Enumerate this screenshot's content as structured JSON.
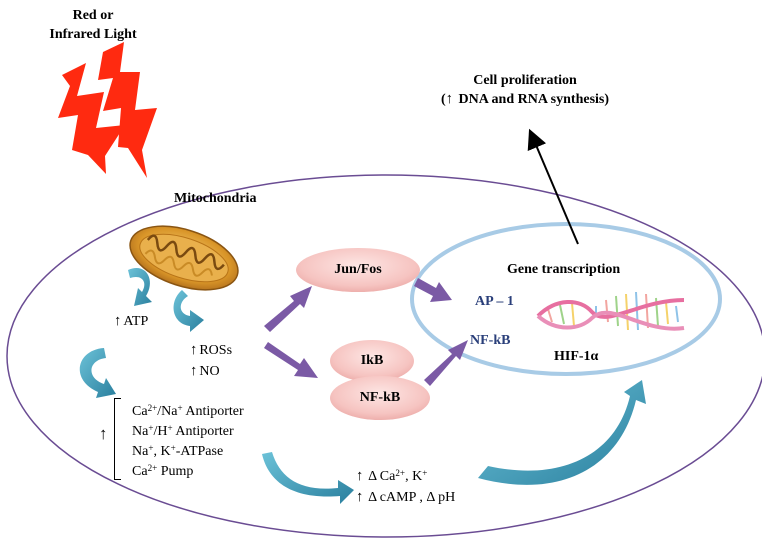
{
  "light_source": {
    "line1": "Red or",
    "line2": "Infrared Light"
  },
  "cell_proliferation": {
    "line1": "Cell proliferation",
    "line2_prefix": "(",
    "line2_rest": " DNA and RNA synthesis)"
  },
  "mitochondria": {
    "label": "Mitochondria"
  },
  "atp": {
    "label": "ATP"
  },
  "ros": {
    "ross": "ROSs",
    "no": "NO"
  },
  "jun_fos": {
    "label": "Jun/Fos"
  },
  "ikb": {
    "label": "IkB"
  },
  "nfkb_complex": {
    "label": "NF-kB"
  },
  "gene_transcription": {
    "title": "Gene transcription",
    "ap1": "AP – 1",
    "nfkb": "NF-kB",
    "hif": "HIF-1α"
  },
  "ion_transport": {
    "ca_na": {
      "a": "Ca",
      "a_sup": "2+",
      "b": "/Na",
      "b_sup": "+",
      "c": " Antiporter"
    },
    "na_h": {
      "a": "Na",
      "a_sup": "+",
      "b": "/H",
      "b_sup": "+",
      "c": " Antiporter"
    },
    "na_k": {
      "a": "Na",
      "a_sup": "+",
      "b": ", K",
      "b_sup": "+",
      "c": "-ATPase"
    },
    "ca_pump": {
      "a": "Ca",
      "a_sup": "2+",
      "c": " Pump"
    }
  },
  "second_messengers": {
    "line1": {
      "a": "Δ Ca",
      "a_sup": "2+",
      "b": ", K",
      "b_sup": "+"
    },
    "line2": {
      "a": "Δ cAMP , Δ pH"
    }
  },
  "up_arrow_glyph": "↑",
  "colors": {
    "cell_border": "#6a4c93",
    "nucleus_border": "#9ec3e0",
    "pill_fill": "#f6c9c6",
    "purple_arrow": "#7b5aa5",
    "teal_arrow": "#3a96b3",
    "lightning": "#ff2a0e"
  }
}
